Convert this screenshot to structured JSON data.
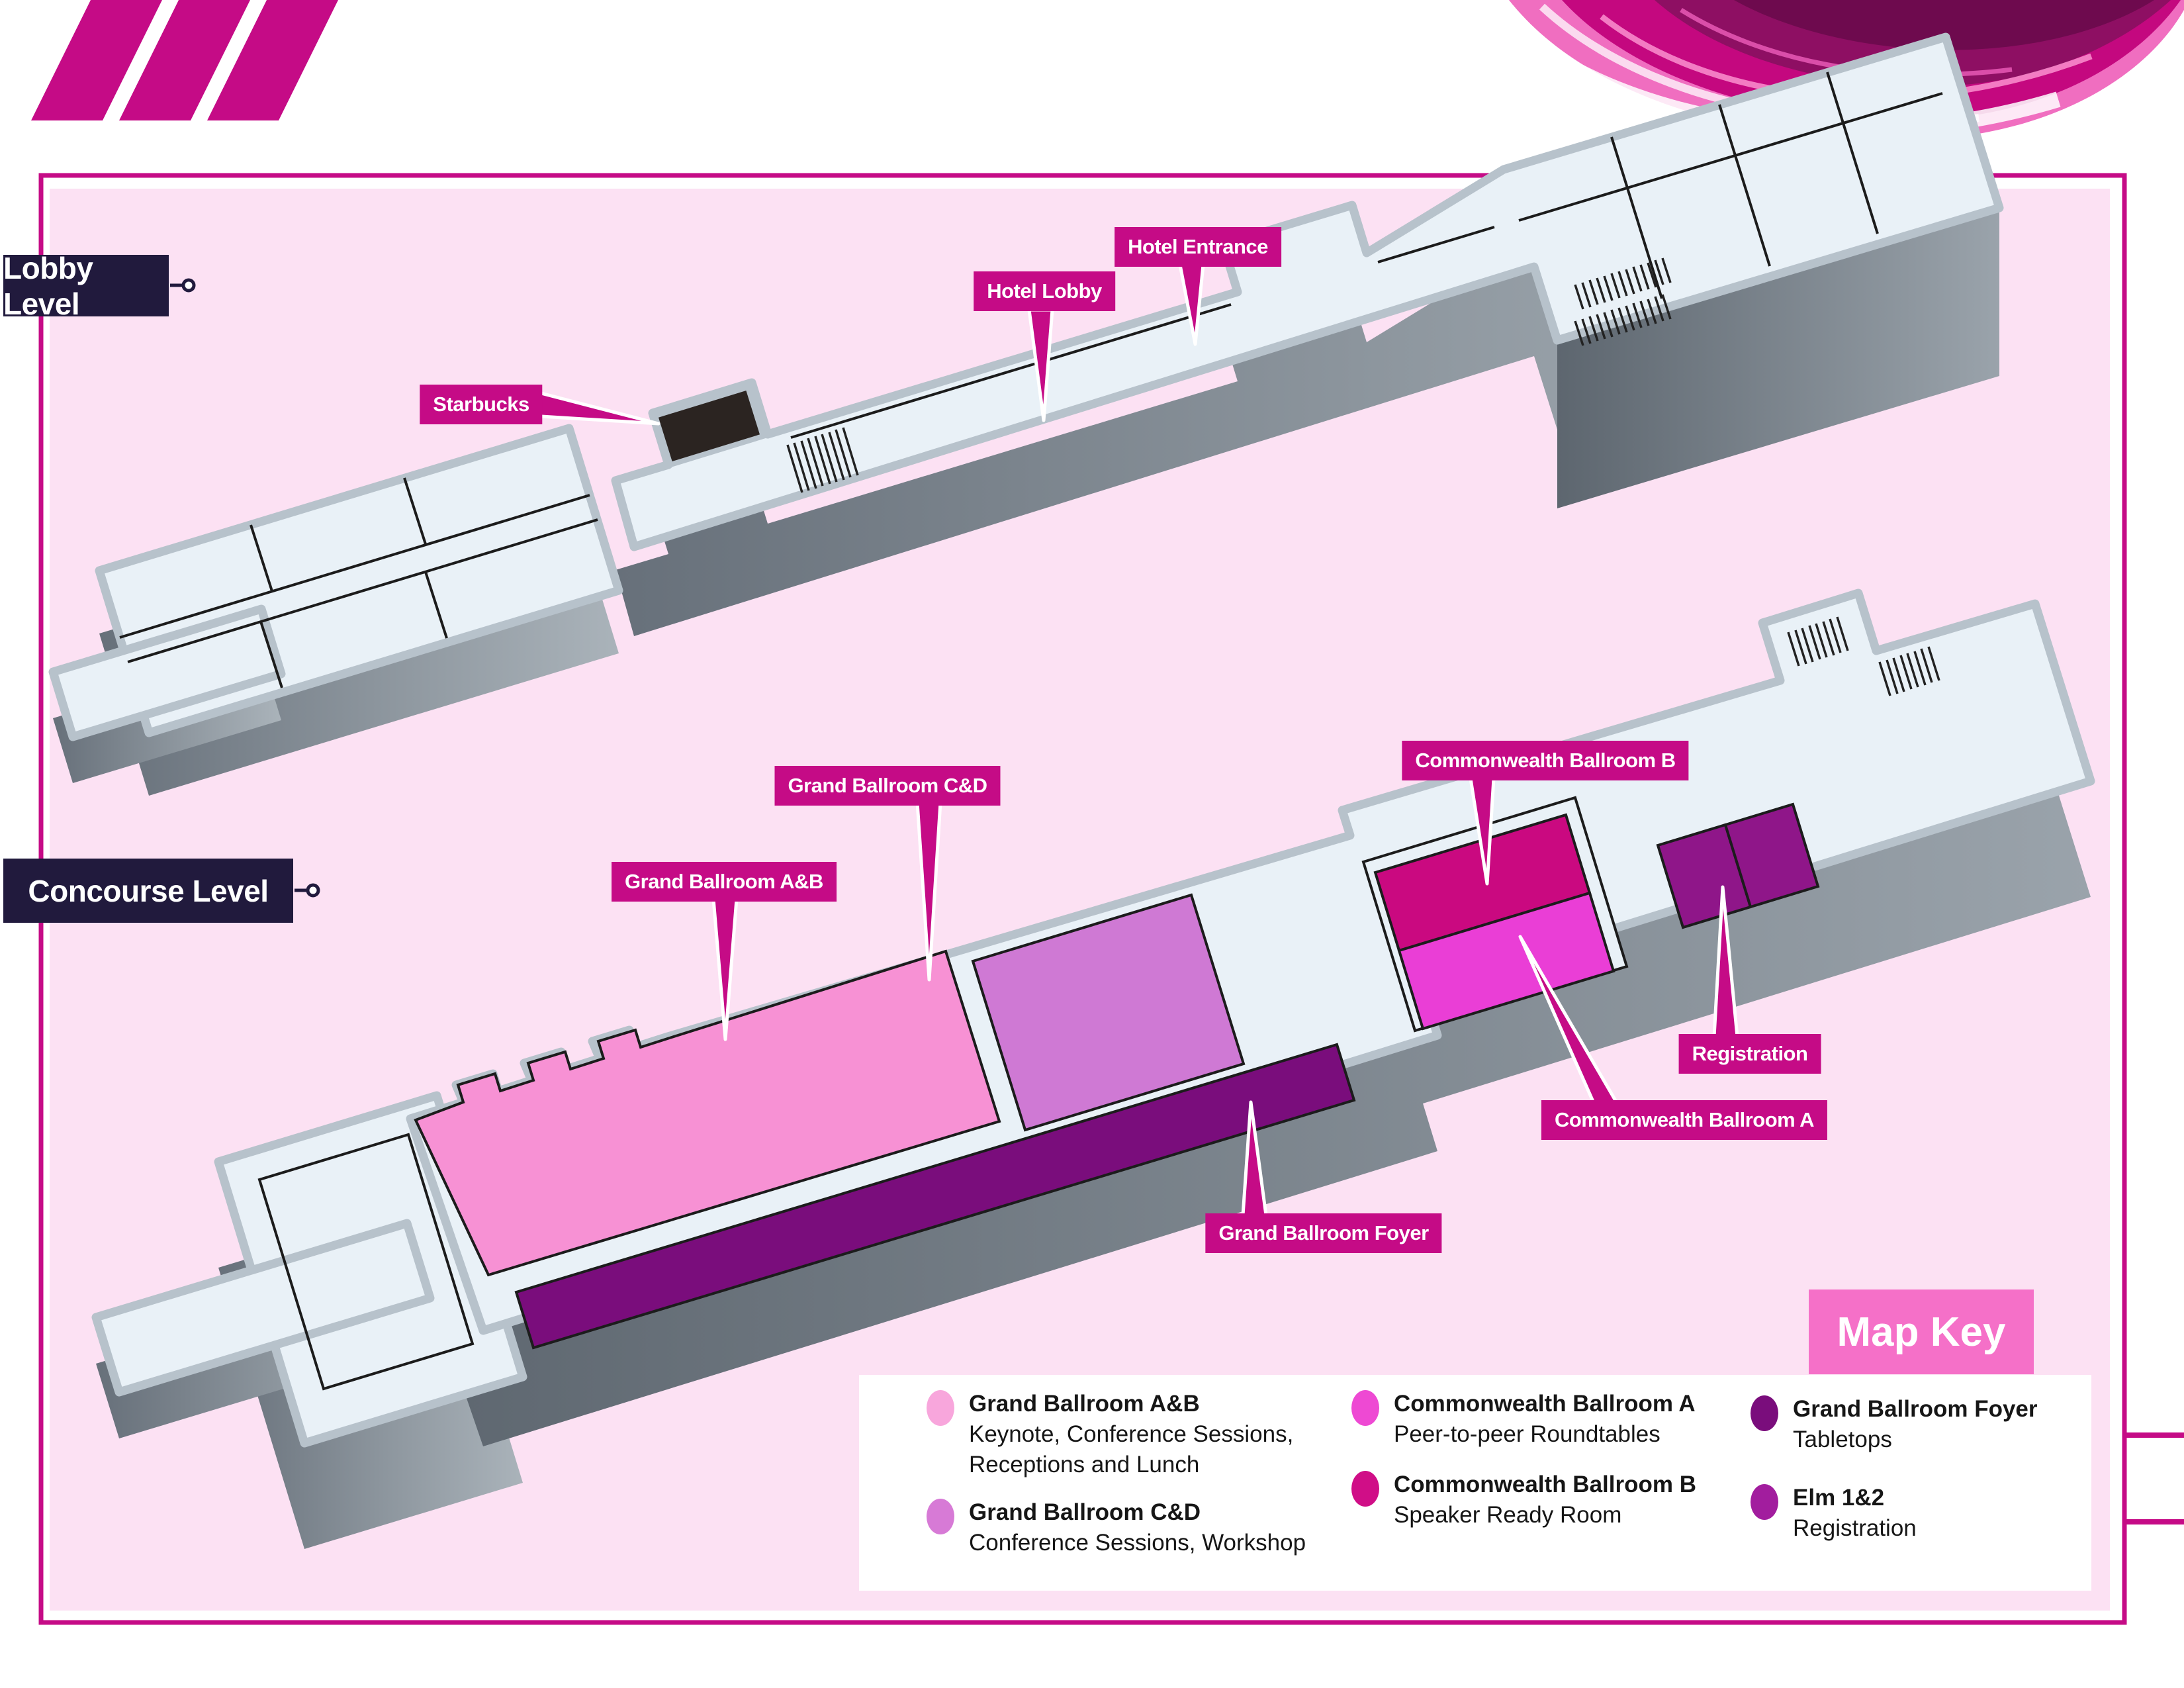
{
  "levels": {
    "lobby": "Lobby Level",
    "concourse": "Concourse Level"
  },
  "callouts": {
    "hotel_entrance": "Hotel Entrance",
    "hotel_lobby": "Hotel Lobby",
    "starbucks": "Starbucks",
    "grand_ballroom_cd": "Grand Ballroom C&D",
    "grand_ballroom_ab": "Grand Ballroom A&B",
    "commonwealth_b": "Commonwealth Ballroom B",
    "registration": "Registration",
    "commonwealth_a": "Commonwealth Ballroom A",
    "grand_ballroom_foyer": "Grand Ballroom Foyer"
  },
  "map_key": {
    "title": "Map Key",
    "entries": [
      {
        "name": "Grand Ballroom A&B",
        "desc": "Keynote, Conference Sessions,\nReceptions and Lunch",
        "dot": "#f8a6dc"
      },
      {
        "name": "Grand Ballroom C&D",
        "desc": "Conference Sessions, Workshop",
        "dot": "#d77ad6"
      },
      {
        "name": "Commonwealth Ballroom A",
        "desc": "Peer-to-peer Roundtables",
        "dot": "#ee49d3"
      },
      {
        "name": "Commonwealth Ballroom B",
        "desc": "Speaker Ready Room",
        "dot": "#d00e87"
      },
      {
        "name": "Grand Ballroom Foyer",
        "desc": "Tabletops",
        "dot": "#7a0d7c"
      },
      {
        "name": "Elm 1&2",
        "desc": "Registration",
        "dot": "#a21d9e"
      }
    ]
  },
  "colors": {
    "accent": "#c50b86",
    "navy": "#211a3d",
    "panel_pink": "#fce1f3",
    "map_key_header": "#f570c8",
    "floor": "#e9f1f7",
    "floor_rim": "#b7c2cb",
    "rooms": {
      "grand_ballroom_ab": "#f791d4",
      "grand_ballroom_cd": "#cf79d4",
      "grand_ballroom_foyer": "#7a0d7c",
      "commonwealth_b": "#ca0980",
      "commonwealth_a": "#ea3ed6",
      "elm": "#8f1689",
      "starbucks": "#2b2421"
    }
  }
}
